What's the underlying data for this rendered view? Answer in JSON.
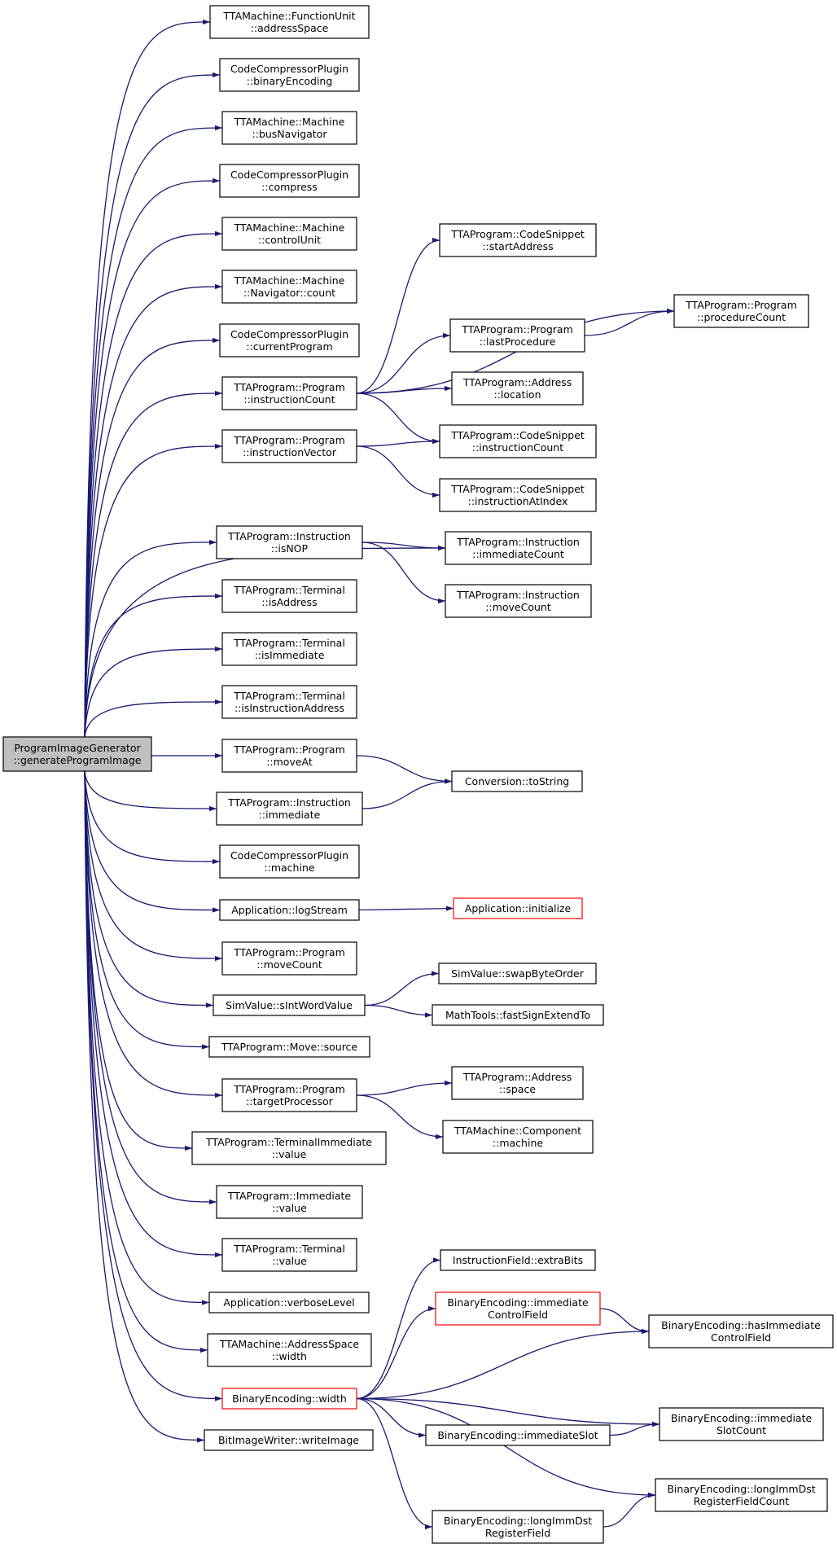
{
  "colors": {
    "edge": "#191970",
    "root_fill": "#bfbfbf",
    "red_border": "#ff0000"
  },
  "nodes": {
    "root": [
      "ProgramImageGenerator",
      "::generateProgramImage"
    ],
    "n1": [
      "TTAMachine::FunctionUnit",
      "::addressSpace"
    ],
    "n2": [
      "CodeCompressorPlugin",
      "::binaryEncoding"
    ],
    "n3": [
      "TTAMachine::Machine",
      "::busNavigator"
    ],
    "n4": [
      "CodeCompressorPlugin",
      "::compress"
    ],
    "n5": [
      "TTAMachine::Machine",
      "::controlUnit"
    ],
    "n6": [
      "TTAMachine::Machine",
      "::Navigator::count"
    ],
    "n7": [
      "CodeCompressorPlugin",
      "::currentProgram"
    ],
    "n8": [
      "TTAProgram::Program",
      "::instructionCount"
    ],
    "n9": [
      "TTAProgram::Program",
      "::instructionVector"
    ],
    "n10": [
      "TTAProgram::Instruction",
      "::isNOP"
    ],
    "n11": [
      "TTAProgram::Terminal",
      "::isAddress"
    ],
    "n12": [
      "TTAProgram::Terminal",
      "::isImmediate"
    ],
    "n13": [
      "TTAProgram::Terminal",
      "::isInstructionAddress"
    ],
    "n14": [
      "TTAProgram::Program",
      "::moveAt"
    ],
    "n15": [
      "TTAProgram::Instruction",
      "::immediate"
    ],
    "n16": [
      "CodeCompressorPlugin",
      "::machine"
    ],
    "n17": [
      "Application::logStream"
    ],
    "n18": [
      "TTAProgram::Program",
      "::moveCount"
    ],
    "n19": [
      "SimValue::sIntWordValue"
    ],
    "n20": [
      "TTAProgram::Move::source"
    ],
    "n21": [
      "TTAProgram::Program",
      "::targetProcessor"
    ],
    "n22": [
      "TTAProgram::TerminalImmediate",
      "::value"
    ],
    "n23": [
      "TTAProgram::Immediate",
      "::value"
    ],
    "n24": [
      "TTAProgram::Terminal",
      "::value"
    ],
    "n25": [
      "Application::verboseLevel"
    ],
    "n26": [
      "TTAMachine::AddressSpace",
      "::width"
    ],
    "n27": [
      "BinaryEncoding::width"
    ],
    "n28": [
      "BitImageWriter::writeImage"
    ],
    "m1": [
      "TTAProgram::CodeSnippet",
      "::startAddress"
    ],
    "m2": [
      "TTAProgram::Program",
      "::procedureCount"
    ],
    "m3": [
      "TTAProgram::Program",
      "::lastProcedure"
    ],
    "m4": [
      "TTAProgram::Address",
      "::location"
    ],
    "m5": [
      "TTAProgram::CodeSnippet",
      "::instructionCount"
    ],
    "m6": [
      "TTAProgram::CodeSnippet",
      "::instructionAtIndex"
    ],
    "m7": [
      "TTAProgram::Instruction",
      "::immediateCount"
    ],
    "m8": [
      "TTAProgram::Instruction",
      "::moveCount"
    ],
    "m9": [
      "Conversion::toString"
    ],
    "m10": [
      "Application::initialize"
    ],
    "m11": [
      "SimValue::swapByteOrder"
    ],
    "m12": [
      "MathTools::fastSignExtendTo"
    ],
    "m13": [
      "TTAProgram::Address",
      "::space"
    ],
    "m14": [
      "TTAMachine::Component",
      "::machine"
    ],
    "m15": [
      "InstructionField::extraBits"
    ],
    "m16": [
      "BinaryEncoding::immediate",
      "ControlField"
    ],
    "m17": [
      "BinaryEncoding::hasImmediate",
      "ControlField"
    ],
    "m18": [
      "BinaryEncoding::immediate",
      "SlotCount"
    ],
    "m19": [
      "BinaryEncoding::immediateSlot"
    ],
    "m20": [
      "BinaryEncoding::longImmDst",
      "RegisterFieldCount"
    ],
    "m21": [
      "BinaryEncoding::longImmDst",
      "RegisterField"
    ]
  }
}
